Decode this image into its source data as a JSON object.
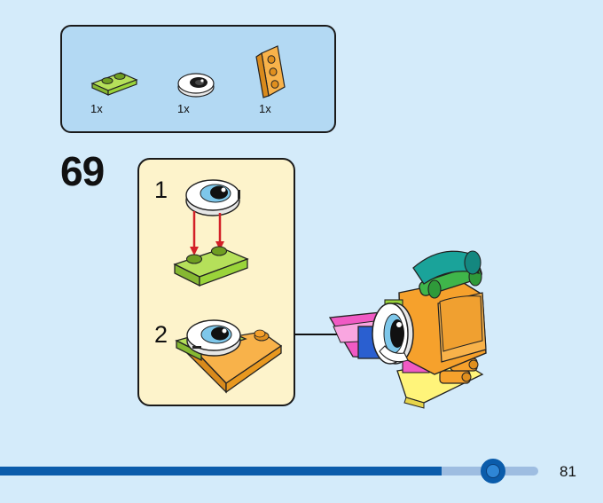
{
  "parts_list": {
    "items": [
      {
        "icon": "lime-plate-1x2-icon",
        "qty": "1x"
      },
      {
        "icon": "eye-tile-round-icon",
        "qty": "1x"
      },
      {
        "icon": "orange-wedge-plate-icon",
        "qty": "1x"
      }
    ]
  },
  "step": {
    "number": "69"
  },
  "sub_steps": [
    {
      "label": "1"
    },
    {
      "label": "2"
    }
  ],
  "progress": {
    "fraction": 0.82
  },
  "page": {
    "number": "81"
  },
  "colors": {
    "background": "#d4ebfa",
    "parts_box": "#b3d9f3",
    "sub_box": "#fdf3cb",
    "progress": "#0b5cab",
    "lime": "#9ad43a",
    "orange": "#f6a12c",
    "teal": "#1aa39a",
    "pink": "#f05ac4",
    "arrow_red": "#d32027"
  }
}
